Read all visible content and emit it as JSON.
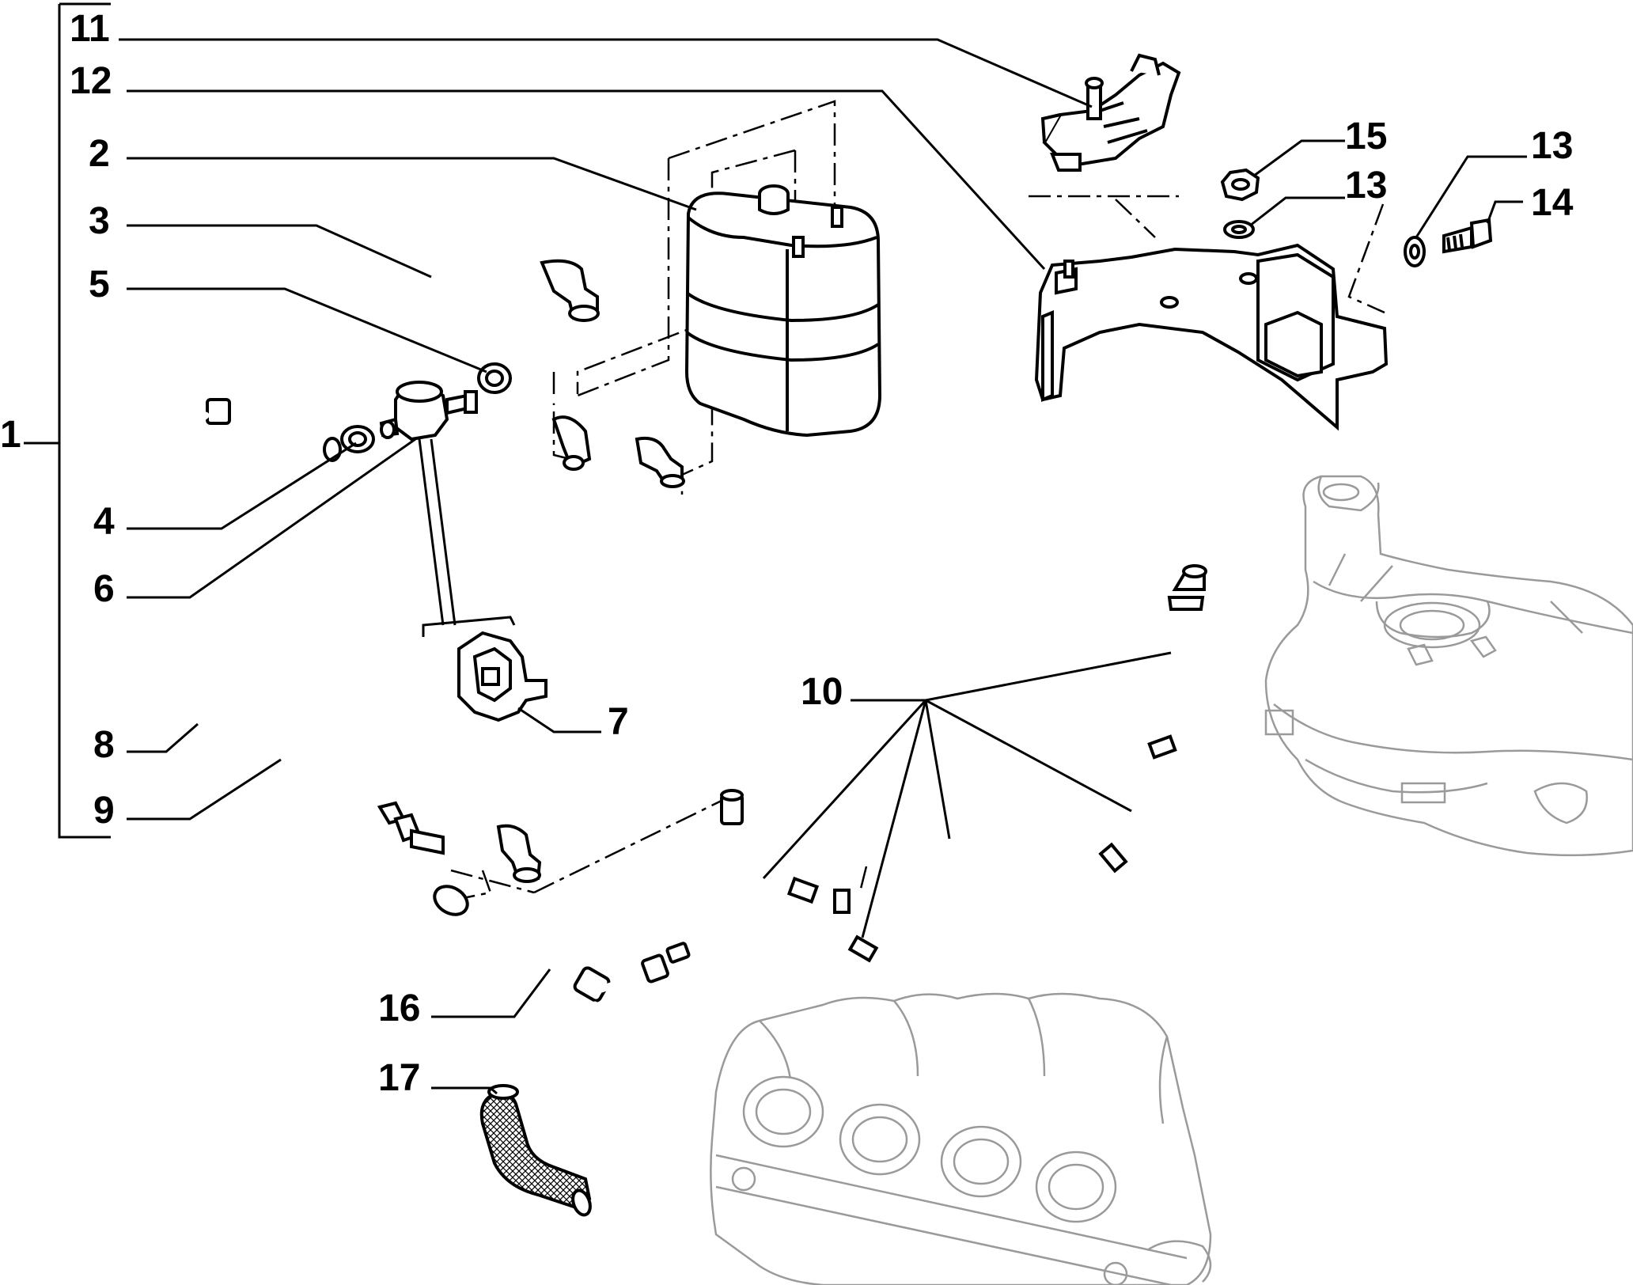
{
  "callouts": [
    {
      "id": "1",
      "label": "1"
    },
    {
      "id": "2",
      "label": "2"
    },
    {
      "id": "3",
      "label": "3"
    },
    {
      "id": "4",
      "label": "4"
    },
    {
      "id": "5",
      "label": "5"
    },
    {
      "id": "6",
      "label": "6"
    },
    {
      "id": "7",
      "label": "7"
    },
    {
      "id": "8",
      "label": "8"
    },
    {
      "id": "9",
      "label": "9"
    },
    {
      "id": "10",
      "label": "10"
    },
    {
      "id": "11",
      "label": "11"
    },
    {
      "id": "12",
      "label": "12"
    },
    {
      "id": "13a",
      "label": "13"
    },
    {
      "id": "13b",
      "label": "13"
    },
    {
      "id": "14",
      "label": "14"
    },
    {
      "id": "15",
      "label": "15"
    },
    {
      "id": "16",
      "label": "16"
    },
    {
      "id": "17",
      "label": "17"
    }
  ]
}
